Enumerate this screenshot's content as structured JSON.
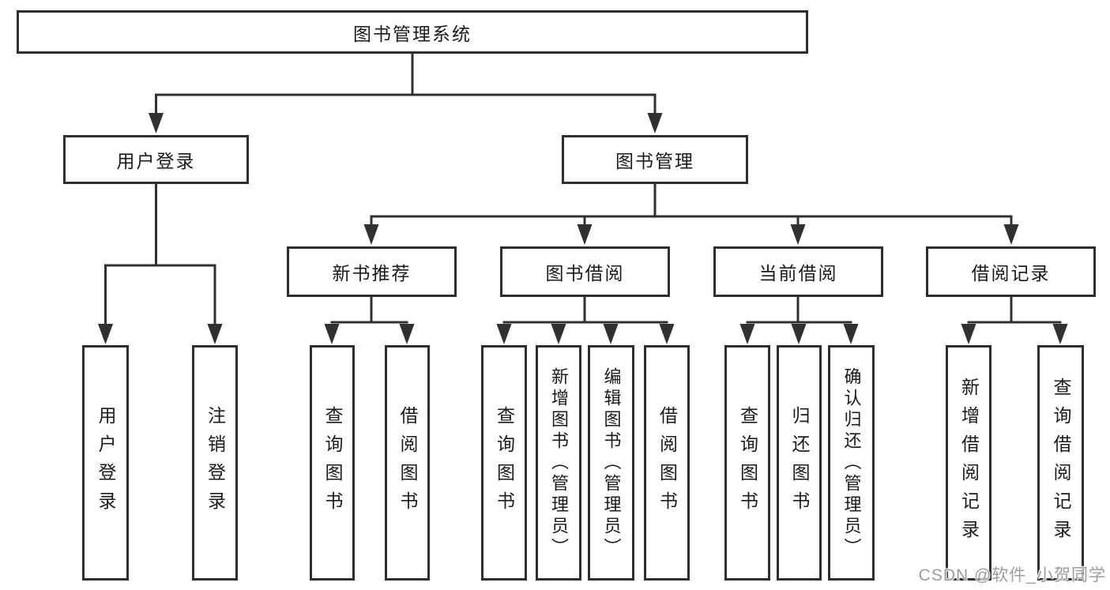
{
  "colors": {
    "background": "#ffffff",
    "line": "#303030",
    "box_border": "#2e2e2e",
    "text": "#1b1b1b",
    "watermark": "#9d9d9d"
  },
  "tree": {
    "root": {
      "label": "图书管理系统"
    },
    "branches": [
      {
        "label": "用户登录",
        "children": [
          {
            "label": "用户登录"
          },
          {
            "label": "注销登录"
          }
        ]
      },
      {
        "label": "图书管理",
        "children": [
          {
            "label": "新书推荐",
            "children": [
              {
                "label": "查询图书"
              },
              {
                "label": "借阅图书"
              }
            ]
          },
          {
            "label": "图书借阅",
            "children": [
              {
                "label": "查询图书"
              },
              {
                "label": "新增图书（管理员）"
              },
              {
                "label": "编辑图书（管理员）"
              },
              {
                "label": "借阅图书"
              }
            ]
          },
          {
            "label": "当前借阅",
            "children": [
              {
                "label": "查询图书"
              },
              {
                "label": "归还图书"
              },
              {
                "label": "确认归还（管理员）"
              }
            ]
          },
          {
            "label": "借阅记录",
            "children": [
              {
                "label": "新增借阅记录"
              },
              {
                "label": "查询借阅记录"
              }
            ]
          }
        ]
      }
    ]
  },
  "watermark": {
    "text": "CSDN @软件_小贺同学"
  }
}
